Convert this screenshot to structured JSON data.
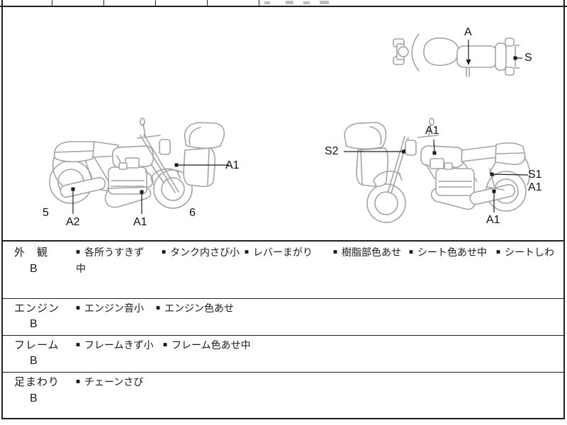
{
  "diagram_labels": {
    "top_view": {
      "a": "A",
      "s": "S"
    },
    "left_view": {
      "a1_fender": "A1",
      "a2_muffler": "A2",
      "a1_engine": "A1",
      "num_rear": "5",
      "num_front": "6"
    },
    "right_view": {
      "s2_front": "S2",
      "a1_tank": "A1",
      "s1_rear": "S1",
      "a1_rear": "A1",
      "a1_muffler": "A1"
    }
  },
  "condition_table": {
    "bullet": "■",
    "rows": [
      {
        "label": "外　観",
        "grade": "B",
        "items": [
          "各所うすきず",
          "タンク内さび小",
          "レバーまがり",
          "樹脂部色あせ",
          "シート色あせ中",
          "シートしわ"
        ],
        "continuation": "中"
      },
      {
        "label": "エンジン",
        "grade": "B",
        "items": [
          "エンジン音小",
          "エンジン色あせ"
        ],
        "continuation": ""
      },
      {
        "label": "フレーム",
        "grade": "B",
        "items": [
          "フレームきず小",
          "フレーム色あせ中"
        ],
        "continuation": ""
      },
      {
        "label": "足まわり",
        "grade": "B",
        "items": [
          "チェーンさび"
        ],
        "continuation": ""
      }
    ]
  }
}
